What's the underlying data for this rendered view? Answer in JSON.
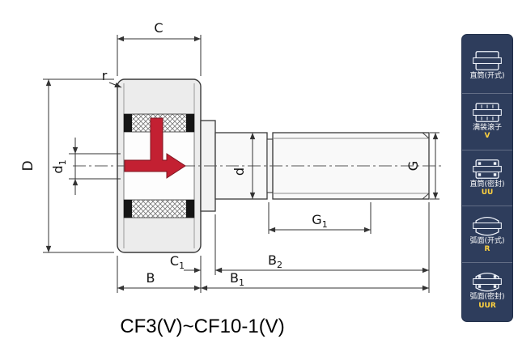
{
  "title": "CF3(V)~CF10-1(V)",
  "diagram": {
    "labels": {
      "C": "C",
      "r": "r",
      "D": "D",
      "d1": {
        "base": "d",
        "sub": "1"
      },
      "d": "d",
      "G": "G",
      "G1": {
        "base": "G",
        "sub": "1"
      },
      "C1": {
        "base": "C",
        "sub": "1"
      },
      "B": "B",
      "B2": {
        "base": "B",
        "sub": "2"
      },
      "B1": {
        "base": "B",
        "sub": "1"
      }
    },
    "colors": {
      "grease_red": "#c32032",
      "metal_light": "#ececec",
      "line": "#333333",
      "sidebar_bg": "#2e3d5c",
      "code_yellow": "#ffd23f"
    }
  },
  "sidebar": {
    "items": [
      {
        "label": "直筒(开式)",
        "code": ""
      },
      {
        "label": "满装滚子",
        "code": "V"
      },
      {
        "label": "直筒(密封)",
        "code": "UU"
      },
      {
        "label": "弧面(开式)",
        "code": "R"
      },
      {
        "label": "弧面(密封)",
        "code": "UUR"
      }
    ]
  }
}
